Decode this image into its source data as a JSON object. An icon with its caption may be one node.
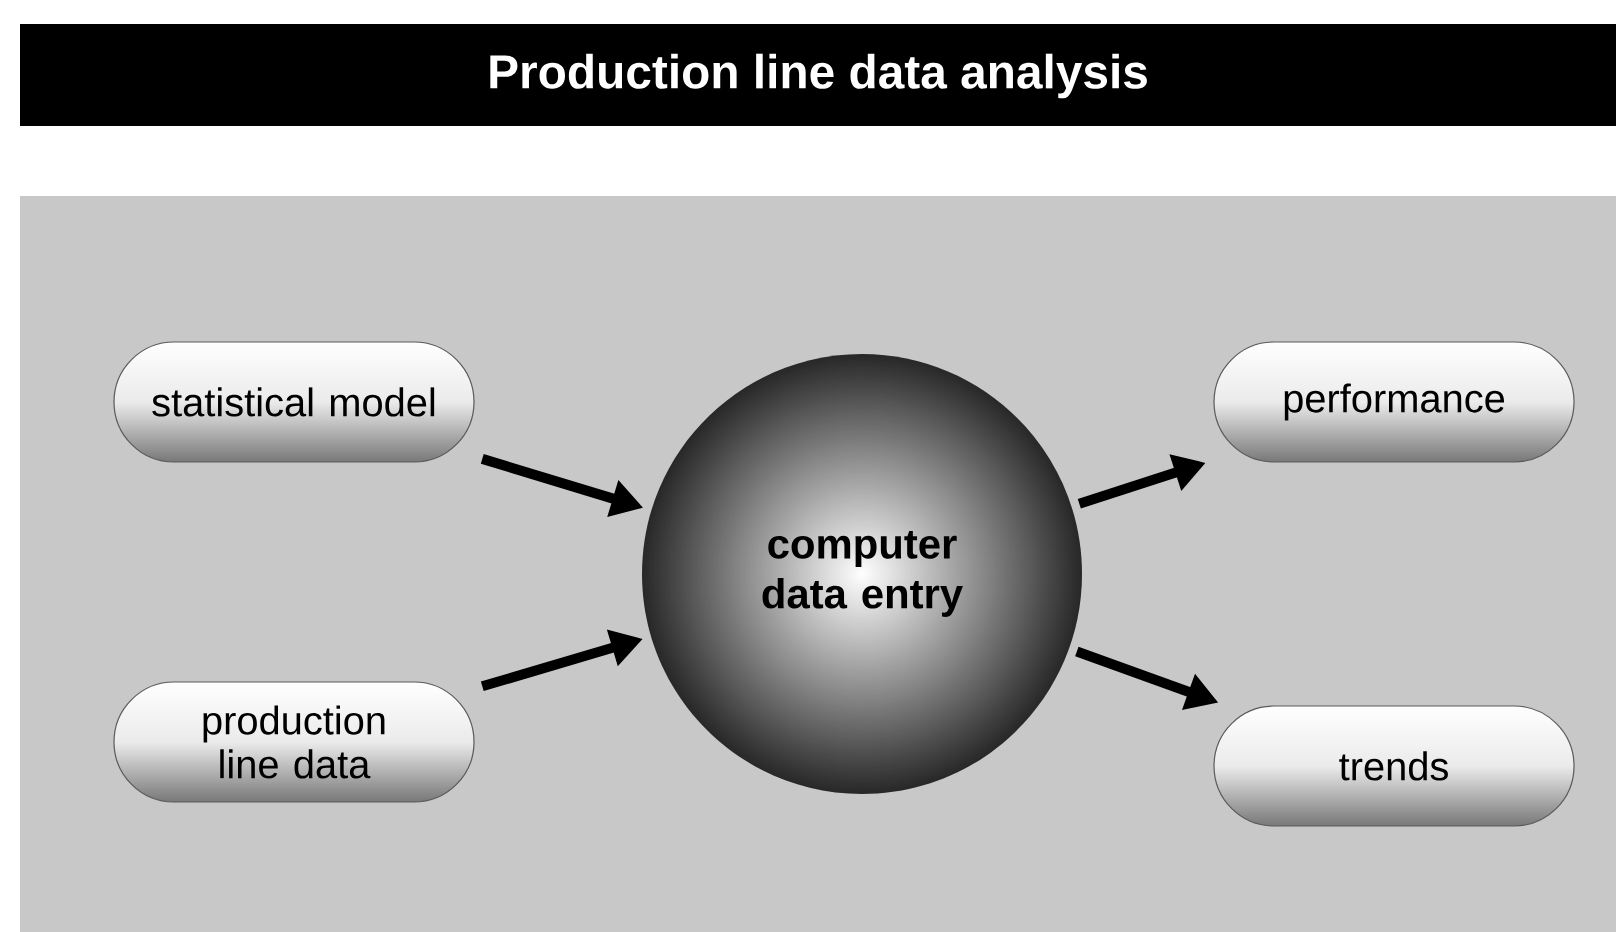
{
  "diagram": {
    "title": "Production line data analysis",
    "nodes": [
      {
        "text": [
          "statistical model"
        ]
      },
      {
        "text": [
          "production line data"
        ]
      },
      {
        "text": [
          "computer data entry"
        ]
      },
      {
        "text": [
          "performance"
        ]
      },
      {
        "text": [
          "trends"
        ]
      }
    ],
    "edges": [
      {
        "from": 0,
        "to": 2,
        "arrow": "to"
      },
      {
        "from": 1,
        "to": 2,
        "arrow": "to"
      },
      {
        "from": 2,
        "to": 3,
        "arrow": "to"
      },
      {
        "from": 2,
        "to": 4,
        "arrow": "to"
      }
    ]
  }
}
